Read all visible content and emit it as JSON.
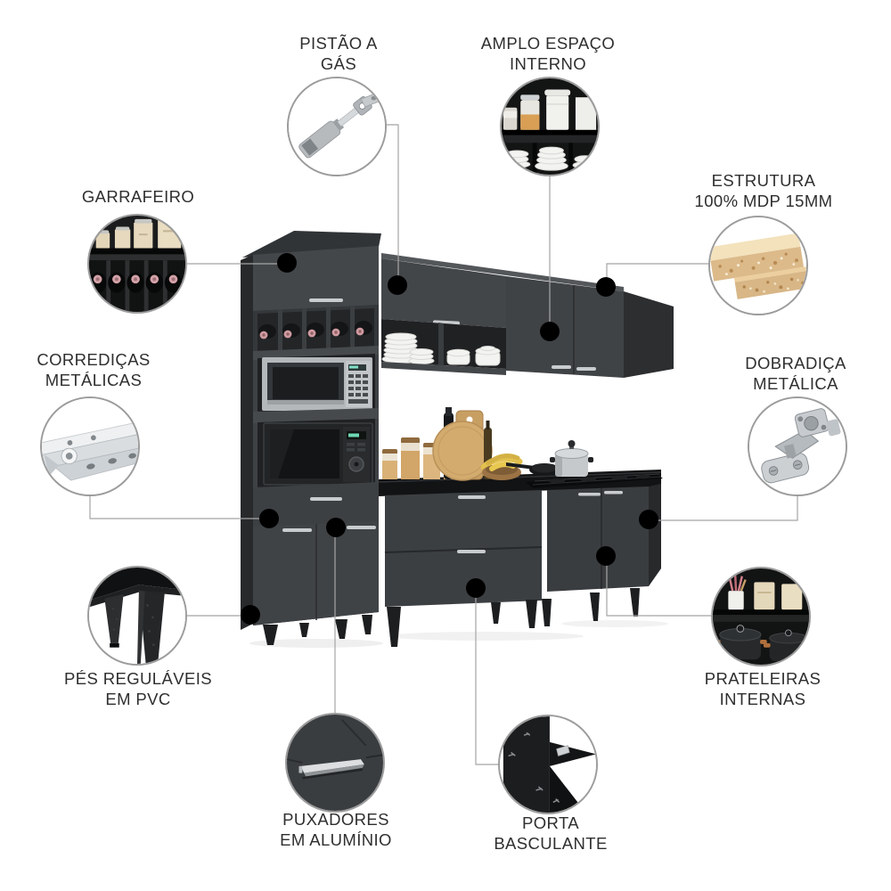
{
  "features": [
    {
      "id": "pistao-a-gas",
      "label_line1": "PISTÃO A",
      "label_line2": "GÁS",
      "image": "gas-piston-photo"
    },
    {
      "id": "amplo-espaco-interno",
      "label_line1": "AMPLO ESPAÇO",
      "label_line2": "INTERNO",
      "image": "interior-space-photo"
    },
    {
      "id": "garrafeiro",
      "label_line1": "GARRAFEIRO",
      "label_line2": "",
      "image": "bottle-rack-photo"
    },
    {
      "id": "estrutura-mdp",
      "label_line1": "ESTRUTURA",
      "label_line2": "100% MDP 15MM",
      "image": "mdp-board-photo"
    },
    {
      "id": "corredicas-metalicas",
      "label_line1": "CORREDIÇAS",
      "label_line2": "METÁLICAS",
      "image": "metal-drawer-slide-photo"
    },
    {
      "id": "dobradica-metalica",
      "label_line1": "DOBRADIÇA",
      "label_line2": "METÁLICA",
      "image": "metal-hinge-photo"
    },
    {
      "id": "pes-regulaveis-pvc",
      "label_line1": "PÉS REGULÁVEIS",
      "label_line2": "EM PVC",
      "image": "pvc-adjustable-feet-photo"
    },
    {
      "id": "prateleiras-internas",
      "label_line1": "PRATELEIRAS",
      "label_line2": "INTERNAS",
      "image": "internal-shelves-photo"
    },
    {
      "id": "puxadores-aluminio",
      "label_line1": "PUXADORES",
      "label_line2": "EM ALUMÍNIO",
      "image": "aluminum-handle-photo"
    },
    {
      "id": "porta-basculante",
      "label_line1": "PORTA",
      "label_line2": "BASCULANTE",
      "image": "flip-up-door-photo"
    }
  ],
  "colors": {
    "background": "#ffffff",
    "label_text": "#2f2f2f",
    "callout_line": "#a5a5a5",
    "callout_dot": "#000000",
    "cabinet_front": "#3f4245",
    "cabinet_side": "#292b2d",
    "countertop": "#121314",
    "aluminum_handle": "#c9ccce",
    "mdp_wood": "#d9b98c",
    "bottle_cap_pink": "#cf9aa0"
  }
}
